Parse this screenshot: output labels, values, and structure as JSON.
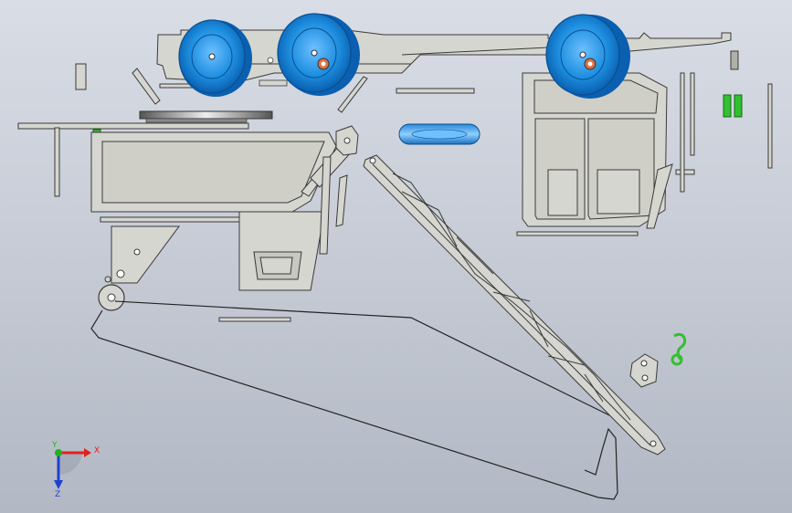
{
  "viewport": {
    "background_top": "#d9dde6",
    "background_bottom": "#b2b8c4"
  },
  "colors": {
    "part_fill": "#d6d6d0",
    "part_edge": "#3a3a3a",
    "wheel_blue": "#1e8fe0",
    "wheel_dark": "#0a5fb0",
    "hub_orange": "#e07040",
    "green_part": "#30c030",
    "cable": "#222222",
    "axis_x": "#e02020",
    "axis_y": "#20b020",
    "axis_z": "#2040d0"
  },
  "triad": {
    "x_label": "X",
    "y_label": "Y",
    "z_label": "Z",
    "icon": "coordinate-triad-icon"
  },
  "parts": [
    "truck-chassis-frame",
    "front-wheel",
    "middle-wheel",
    "rear-wheel",
    "cab-body",
    "crane-base-housing",
    "lattice-boom-arm",
    "hoist-cable",
    "crane-hook",
    "hook-block-plate",
    "spare-tire",
    "outrigger-bracket",
    "small-block",
    "green-spacers",
    "vertical-rod"
  ]
}
